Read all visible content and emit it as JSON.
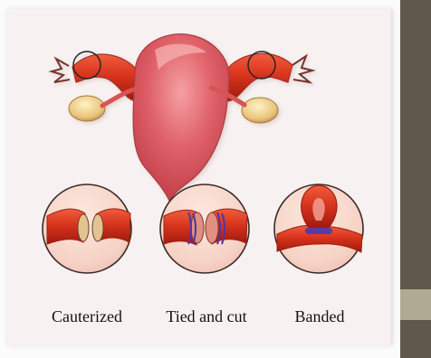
{
  "captions": {
    "cauterized": "Cauterized",
    "tied_and_cut": "Tied and cut",
    "banded": "Banded"
  },
  "colors": {
    "uterus": "#d84f58",
    "uterus_light": "#ef8a8d",
    "tube": "#d7351f",
    "tube_dark": "#b8200e",
    "ovary": "#efd49b",
    "circle_fill": "#f7d6cb",
    "circle_outline": "#3b2a28",
    "band": "#5c39a6",
    "right_panel": "#5f594c",
    "right_panel_band": "#b0a993"
  },
  "icons": {
    "left_magnifier_circle": "magnifier-circle-icon",
    "right_magnifier_circle": "magnifier-circle-icon"
  }
}
